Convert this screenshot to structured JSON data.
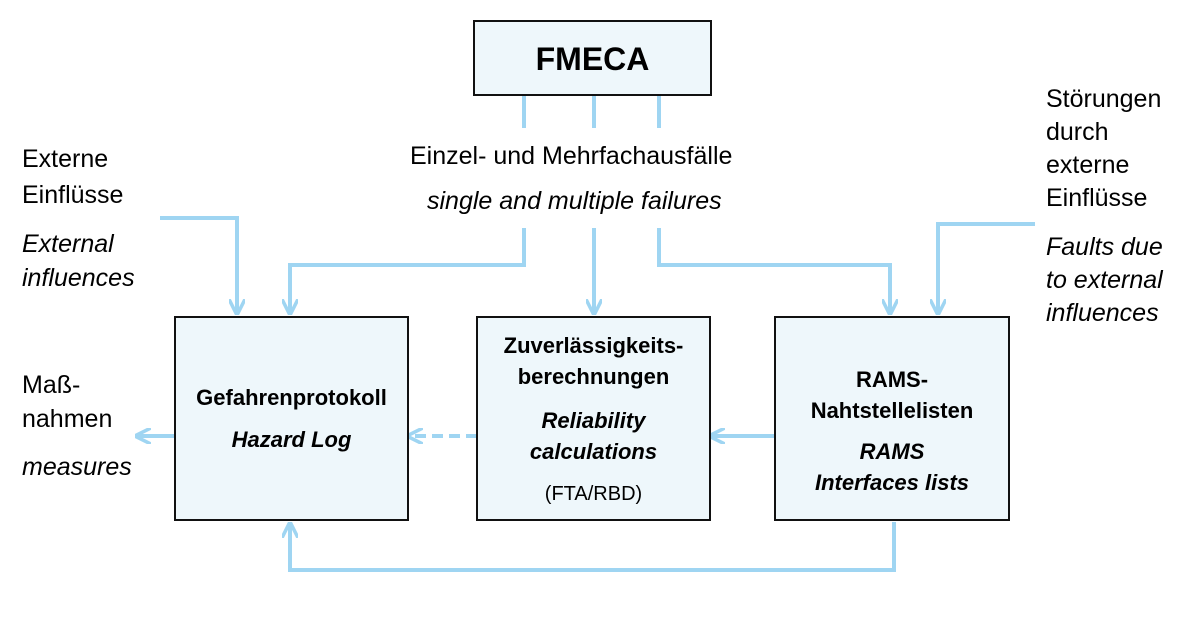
{
  "diagram": {
    "fmeca": {
      "title": "FMECA"
    },
    "fmeca_output": {
      "de": "Einzel- und Mehrfachausfälle",
      "en": "single and multiple failures"
    },
    "external_left": {
      "de_line1": "Externe",
      "de_line2": "Einflüsse",
      "en_line1": "External",
      "en_line2": "influences"
    },
    "external_right": {
      "de_line1": "Störungen",
      "de_line2": "durch",
      "de_line3": "externe",
      "de_line4": "Einflüsse",
      "en_line1": "Faults due",
      "en_line2": "to external",
      "en_line3": "influences"
    },
    "measures": {
      "de_line1": "Maß-",
      "de_line2": "nahmen",
      "en": "measures"
    },
    "hazard_log": {
      "de": "Gefahrenprotokoll",
      "en": "Hazard Log"
    },
    "reliability": {
      "de_line1": "Zuverlässigkeits-",
      "de_line2": "berechnungen",
      "en_line1": "Reliability",
      "en_line2": "calculations",
      "methods": "(FTA/RBD)"
    },
    "rams": {
      "de_line1": "RAMS-",
      "de_line2": "Nahtstellelisten",
      "en_line1": "RAMS",
      "en_line2": "Interfaces lists"
    },
    "colors": {
      "arrow": "#9fd5f2",
      "box_fill": "#eef7fb",
      "box_border": "#111111"
    }
  }
}
